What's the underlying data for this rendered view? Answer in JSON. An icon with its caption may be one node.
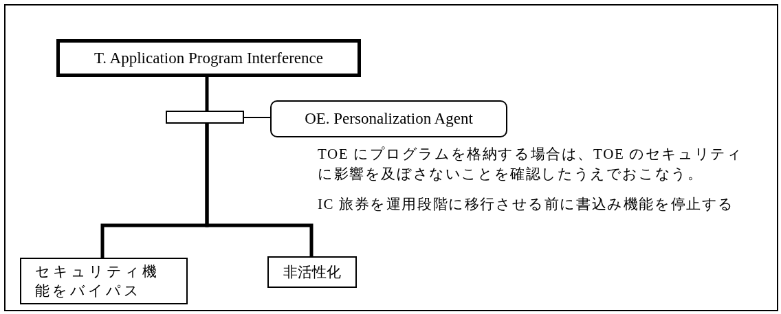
{
  "diagram": {
    "nodes": [
      {
        "text": [
          "T. Application Program Interference"
        ]
      },
      {
        "text": [],
        "shape": "box"
      },
      {
        "text": [
          "OE. Personalization Agent"
        ]
      },
      {
        "text": [
          "セキュリティ機能をバイパス"
        ]
      },
      {
        "text": [
          "非活性化"
        ]
      }
    ],
    "edges": [
      {
        "from": 0,
        "to": 1,
        "arrow": "none"
      },
      {
        "from": 1,
        "to": 3,
        "arrow": "none"
      },
      {
        "from": 1,
        "to": 4,
        "arrow": "none"
      },
      {
        "from": 2,
        "to": 1,
        "arrow": "none"
      }
    ],
    "labels": [
      "TOE にプログラムを格納する場合は、TOE のセキュリティに影響を及ぼさないことを確認したうえでおこなう。",
      "IC 旅券を運用段階に移行させる前に書込み機能を停止する"
    ]
  }
}
